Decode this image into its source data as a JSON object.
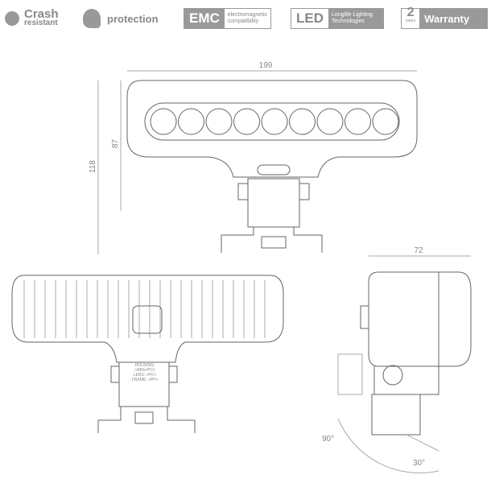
{
  "badges": {
    "crash": {
      "line1": "Crash",
      "line2": "resistant",
      "icon": "crash-icon"
    },
    "protection": {
      "label": "protection",
      "icon": "head-profile-icon"
    },
    "emc": {
      "label": "EMC",
      "line1": "electromagnetic",
      "line2": "compatibility"
    },
    "led": {
      "label": "LED",
      "line1": "Longlife Lighting",
      "line2": "Technologies"
    },
    "warranty": {
      "number": "2",
      "unit": "years",
      "label": "Warranty"
    }
  },
  "drawing": {
    "dim_width": "199",
    "dim_height_lamp": "87",
    "dim_height_total": "118",
    "dim_depth": "72",
    "angle_tilt": "90°",
    "angle_swivel": "30°",
    "label_lines": [
      "HOUSING:",
      ">ABS+PC<",
      "LENS: >PC<",
      "FRAME: >PP<"
    ]
  },
  "colors": {
    "line": "#666",
    "badge": "#999"
  }
}
